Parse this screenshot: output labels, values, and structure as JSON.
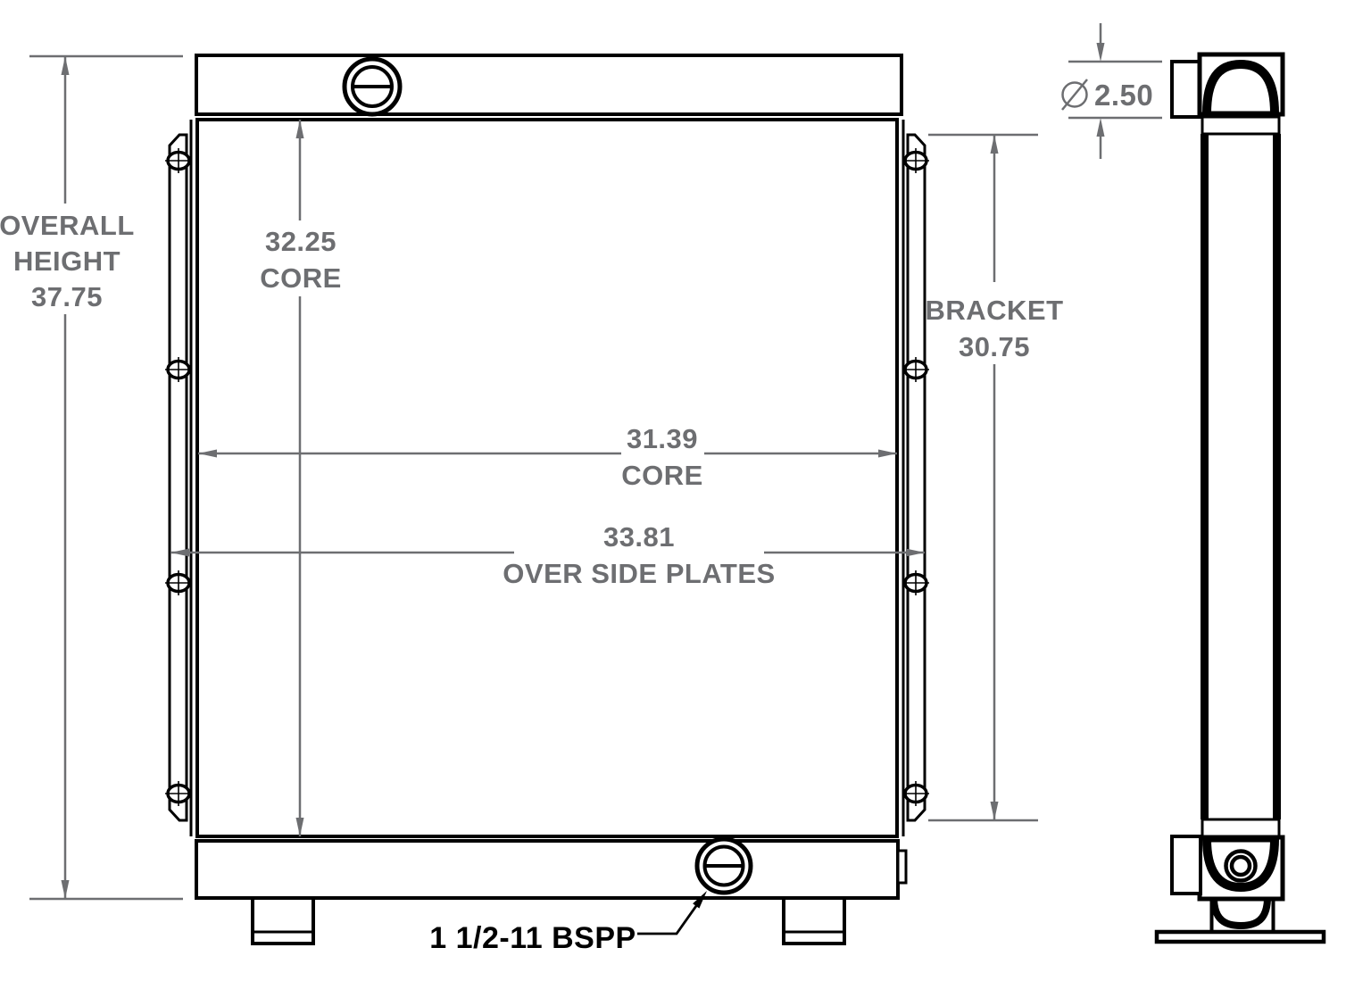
{
  "dimensions": {
    "overall_height": {
      "line1": "OVERALL",
      "line2": "HEIGHT",
      "value": "37.75"
    },
    "core_height": {
      "value": "32.25",
      "label": "CORE"
    },
    "core_width": {
      "value": "31.39",
      "label": "CORE"
    },
    "over_side_plates": {
      "value": "33.81",
      "label": "OVER SIDE PLATES"
    },
    "bracket_height": {
      "label": "BRACKET",
      "value": "30.75"
    },
    "port_diameter": {
      "symbol": "∅",
      "value": "2.50"
    },
    "bottom_port_thread": {
      "value": "1 1/2-11 BSPP"
    }
  },
  "colors": {
    "part_line": "#000000",
    "dimension": "#6d6e71",
    "callout_text": "#000000",
    "background": "#ffffff"
  }
}
